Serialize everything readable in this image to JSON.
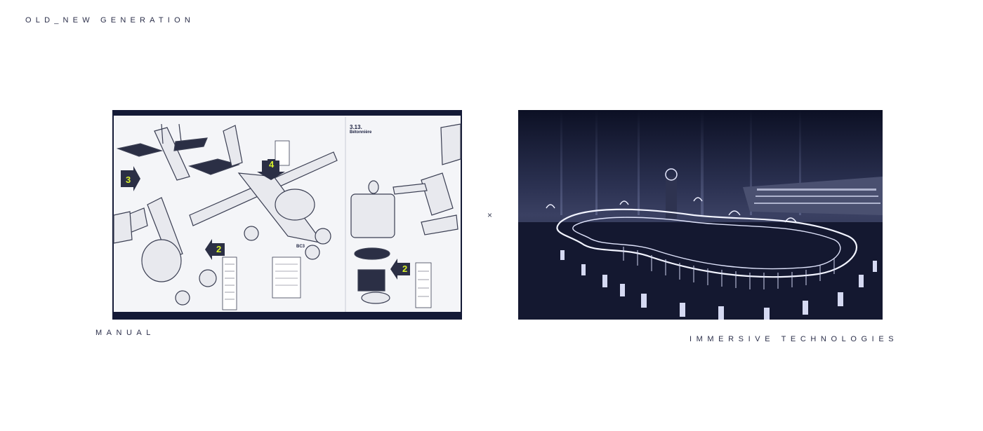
{
  "header": {
    "title": "OLD_NEW GENERATION"
  },
  "left_panel": {
    "caption": "MANUAL",
    "image_icon": "meccano-instruction-diagram",
    "page_number": "3.13.",
    "page_title": "Bétonnière",
    "part_label": "BC3",
    "step_markers": [
      "3",
      "4",
      "2",
      "2"
    ],
    "marker_color": "#d7f02a"
  },
  "separator": {
    "symbol": "×"
  },
  "right_panel": {
    "caption": "IMMERSIVE TECHNOLOGIES",
    "image_icon": "light-sculpture-racetrack-photo"
  },
  "colors": {
    "frame": "#141a36",
    "text": "#2b2f4a",
    "accent": "#d7f02a"
  }
}
